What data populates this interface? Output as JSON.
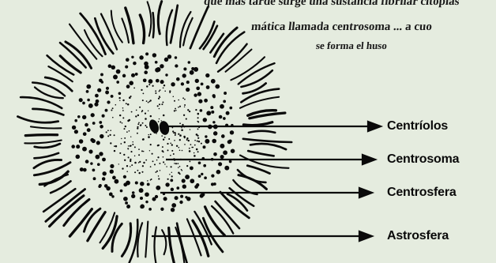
{
  "background_text": [
    "que más tarde surge una sustancia fibrilar citoplas",
    "mática llamada centrosoma ... a cuo",
    "se forma el huso"
  ],
  "labels": [
    {
      "id": "centriolos",
      "text": "Centríolos"
    },
    {
      "id": "centrosoma",
      "text": "Centrosoma"
    },
    {
      "id": "centrosfera",
      "text": "Centrosfera"
    },
    {
      "id": "astrosfera",
      "text": "Astrosfera"
    }
  ],
  "colors": {
    "paper": "#e5ecdf",
    "ink": "#0a0a0a"
  }
}
